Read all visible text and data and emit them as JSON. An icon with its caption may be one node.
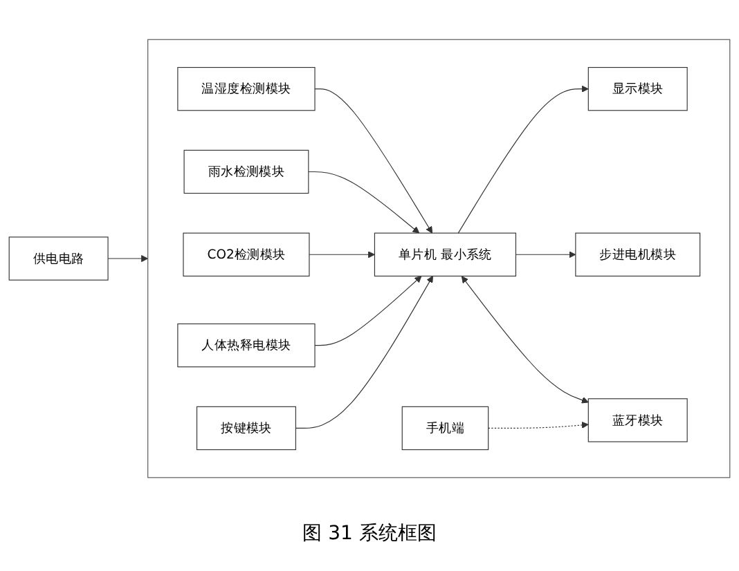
{
  "diagram": {
    "caption": "图 31 系统框图",
    "nodes": [
      {
        "text": [
          "供电电路"
        ]
      },
      {
        "text": [],
        "shape": "box"
      },
      {
        "text": [
          "温湿度检测模块"
        ],
        "in": 1
      },
      {
        "text": [
          "雨水检测模块"
        ],
        "in": 1
      },
      {
        "text": [
          "CO2检测模块"
        ],
        "in": 1
      },
      {
        "text": [
          "人体热释电模块"
        ],
        "in": 1
      },
      {
        "text": [
          "按键模块"
        ],
        "in": 1
      },
      {
        "text": [
          "单片机 最小系统"
        ],
        "in": 1
      },
      {
        "text": [
          "显示模块"
        ],
        "in": 1
      },
      {
        "text": [
          "步进电机模块"
        ],
        "in": 1
      },
      {
        "text": [
          "蓝牙模块"
        ],
        "in": 1
      },
      {
        "text": [
          "手机端"
        ],
        "in": 1
      }
    ],
    "edges": [
      {
        "from": 0,
        "to": 1,
        "arrow": "to"
      },
      {
        "from": 2,
        "to": 7,
        "arrow": "to"
      },
      {
        "from": 3,
        "to": 7,
        "arrow": "to"
      },
      {
        "from": 4,
        "to": 7,
        "arrow": "to"
      },
      {
        "from": 5,
        "to": 7,
        "arrow": "to"
      },
      {
        "from": 6,
        "to": 7,
        "arrow": "to"
      },
      {
        "from": 7,
        "to": 8,
        "arrow": "to"
      },
      {
        "from": 7,
        "to": 9,
        "arrow": "to"
      },
      {
        "from": 7,
        "to": 10,
        "arrow": "both"
      },
      {
        "from": 11,
        "to": 10,
        "arrow": "to",
        "style": "dashed"
      }
    ]
  }
}
